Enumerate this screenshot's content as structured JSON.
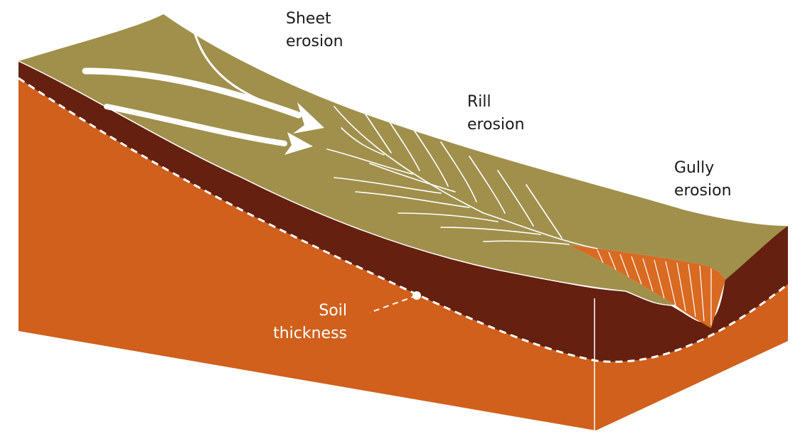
{
  "labels": {
    "sheet_erosion": [
      "Sheet",
      "erosion"
    ],
    "rill_erosion": [
      "Rill",
      "erosion"
    ],
    "gully_erosion": [
      "Gully",
      "erosion"
    ],
    "soil_thickness": [
      "Soil",
      "thickness"
    ]
  },
  "colors": {
    "surface": "#a0904c",
    "soil": "#65200f",
    "bedrock": "#d0601c",
    "gully_face": "#d96a22",
    "lines": "#ffffff",
    "text_dark": "#1a1a1a"
  }
}
